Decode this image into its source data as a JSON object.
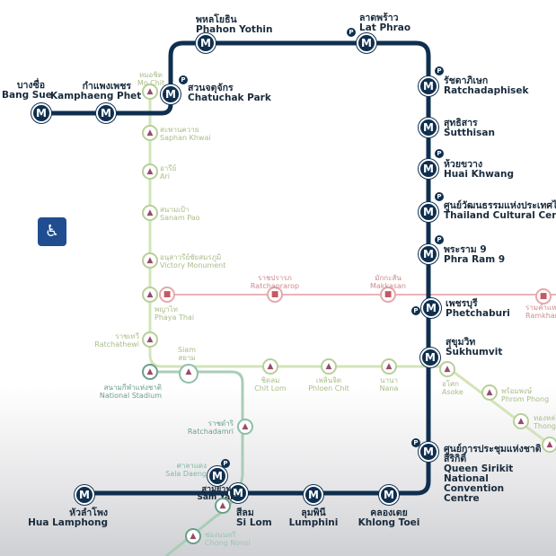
{
  "mrt_blue": [
    {
      "th": "บางซื่อ",
      "en": "Bang Sue"
    },
    {
      "th": "กำแพงเพชร",
      "en": "Kamphaeng Phet"
    },
    {
      "th": "สวนจตุจักร",
      "en": "Chatuchak Park"
    },
    {
      "th": "พหลโยธิน",
      "en": "Phahon Yothin"
    },
    {
      "th": "ลาดพร้าว",
      "en": "Lat Phrao"
    },
    {
      "th": "รัชดาภิเษก",
      "en": "Ratchadaphisek"
    },
    {
      "th": "สุทธิสาร",
      "en": "Sutthisan"
    },
    {
      "th": "ห้วยขวาง",
      "en": "Huai Khwang"
    },
    {
      "th": "ศูนย์วัฒนธรรมแห่งประเทศไทย",
      "en": "Thailand Cultural Centre"
    },
    {
      "th": "พระราม 9",
      "en": "Phra Ram 9"
    },
    {
      "th": "เพชรบุรี",
      "en": "Phetchaburi"
    },
    {
      "th": "สุขุมวิท",
      "en": "Sukhumvit"
    },
    {
      "th": "ศูนย์การประชุมแห่งชาติสิริกิติ์",
      "en": "Queen Sirikit National Convention Centre"
    },
    {
      "th": "คลองเตย",
      "en": "Khlong Toei"
    },
    {
      "th": "ลุมพินี",
      "en": "Lumphini"
    },
    {
      "th": "สีลม",
      "en": "Si Lom"
    },
    {
      "th": "สามย่าน",
      "en": "Sam Yan"
    },
    {
      "th": "หัวลำโพง",
      "en": "Hua Lamphong"
    }
  ],
  "bts_sukhumvit": [
    {
      "th": "หมอชิต",
      "en": "Mo Chit"
    },
    {
      "th": "สะพานควาย",
      "en": "Saphan Khwai"
    },
    {
      "th": "อารีย์",
      "en": "Ari"
    },
    {
      "th": "สนามเป้า",
      "en": "Sanam Pao"
    },
    {
      "th": "อนุสาวรีย์ชัยสมรภูมิ",
      "en": "Victory Monument"
    },
    {
      "th": "พญาไท",
      "en": "Phaya Thai"
    },
    {
      "th": "ราชเทวี",
      "en": "Ratchathewi"
    },
    {
      "th": "สยาม",
      "en": "Siam"
    },
    {
      "th": "ชิดลม",
      "en": "Chit Lom"
    },
    {
      "th": "เพลินจิต",
      "en": "Phloen Chit"
    },
    {
      "th": "นานา",
      "en": "Nana"
    },
    {
      "th": "อโศก",
      "en": "Asoke"
    },
    {
      "th": "พร้อมพงษ์",
      "en": "Phrom Phong"
    },
    {
      "th": "ทองหล่อ",
      "en": "Thong"
    }
  ],
  "bts_silom": [
    {
      "th": "สนามกีฬาแห่งชาติ",
      "en": "National Stadium"
    },
    {
      "th": "ราชดำริ",
      "en": "Ratchadamri"
    },
    {
      "th": "ศาลาแดง",
      "en": "Sala Daeng"
    },
    {
      "th": "ช่องนนทรี",
      "en": "Chong Nonsi"
    }
  ],
  "airport_link": [
    {
      "th": "ราชปรารภ",
      "en": "Ratchaprarop"
    },
    {
      "th": "มักกะสัน",
      "en": "Makkasan"
    },
    {
      "th": "รามคำแหง",
      "en": "Ramkhamhaeng"
    }
  ],
  "icons": {
    "mrt": "M",
    "parking": "P",
    "bts": "train-icon",
    "arl": "train-icon",
    "accessibility": "wheelchair-elevator-icon"
  },
  "colors": {
    "mrt": "#0f2f4f",
    "bts_sukhumvit": "#c5d9a8",
    "bts_silom": "#8fbfa8",
    "airport_link": "#e9a4aa"
  }
}
